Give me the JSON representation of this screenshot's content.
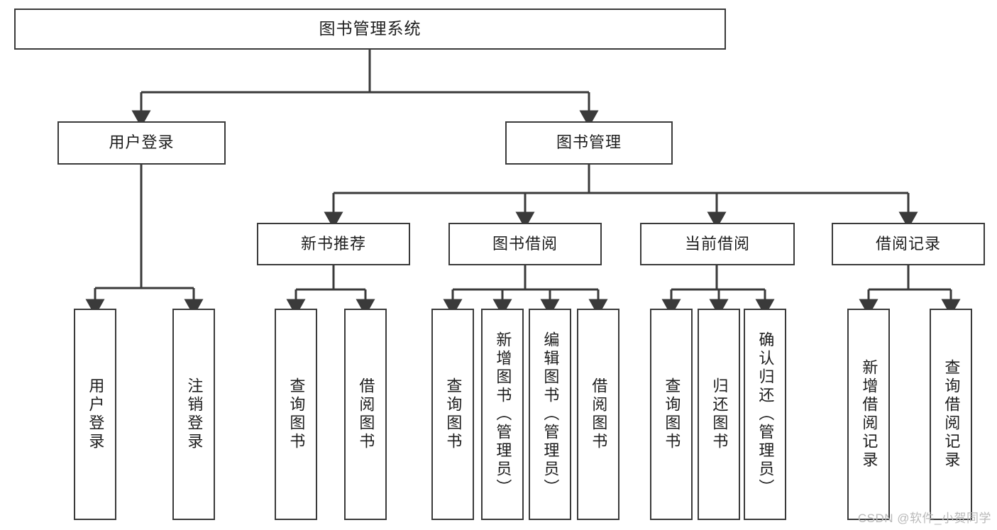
{
  "diagram": {
    "type": "tree-hierarchy-chart",
    "title": "图书管理系统",
    "colors": {
      "box_border": "#3a3a3a",
      "box_fill": "#ffffff",
      "connector": "#3a3a3a",
      "text": "#1d1d1d",
      "background": "#ffffff",
      "watermark": "#b9b9b9"
    },
    "nodes": {
      "root": {
        "label": "图书管理系统",
        "level": 1,
        "orientation": "horizontal"
      },
      "l2": [
        {
          "label": "用户登录",
          "level": 2,
          "orientation": "horizontal"
        },
        {
          "label": "图书管理",
          "level": 2,
          "orientation": "horizontal"
        }
      ],
      "l3": [
        {
          "label": "新书推荐",
          "level": 3,
          "orientation": "horizontal",
          "parent": "图书管理"
        },
        {
          "label": "图书借阅",
          "level": 3,
          "orientation": "horizontal",
          "parent": "图书管理"
        },
        {
          "label": "当前借阅",
          "level": 3,
          "orientation": "horizontal",
          "parent": "图书管理"
        },
        {
          "label": "借阅记录",
          "level": 3,
          "orientation": "horizontal",
          "parent": "图书管理"
        }
      ],
      "leaves": {
        "user_login": [
          {
            "label": "用户登录",
            "orientation": "vertical"
          },
          {
            "label": "注销登录",
            "orientation": "vertical"
          }
        ],
        "new_book": [
          {
            "label": "查询图书",
            "orientation": "vertical"
          },
          {
            "label": "借阅图书",
            "orientation": "vertical"
          }
        ],
        "book_borrow": [
          {
            "label": "查询图书",
            "orientation": "vertical"
          },
          {
            "label": "新增图书（管理员）",
            "orientation": "vertical"
          },
          {
            "label": "编辑图书（管理员）",
            "orientation": "vertical"
          },
          {
            "label": "借阅图书",
            "orientation": "vertical"
          }
        ],
        "current_borrow": [
          {
            "label": "查询图书",
            "orientation": "vertical"
          },
          {
            "label": "归还图书",
            "orientation": "vertical"
          },
          {
            "label": "确认归还（管理员）",
            "orientation": "vertical"
          }
        ],
        "borrow_record": [
          {
            "label": "新增借阅记录",
            "orientation": "vertical"
          },
          {
            "label": "查询借阅记录",
            "orientation": "vertical"
          }
        ]
      }
    },
    "watermark": "CSDN @软件_小贺同学"
  }
}
